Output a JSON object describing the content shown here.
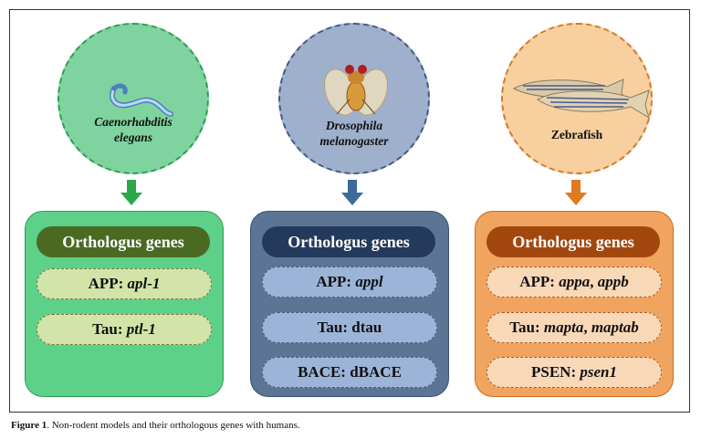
{
  "organisms": [
    {
      "name_line1": "Caenorhabditis",
      "name_line2": "elegans",
      "italic": true,
      "color": "#7fd39e"
    },
    {
      "name_line1": "Drosophila",
      "name_line2": "melanogaster",
      "italic": true,
      "color": "#9fb0cc"
    },
    {
      "name_line1": "Zebrafish",
      "name_line2": "",
      "italic": false,
      "color": "#f8cf9e"
    }
  ],
  "arrow_colors": [
    "#2aa84a",
    "#3d6a99",
    "#e07a1f"
  ],
  "boxes": [
    {
      "header": "Orthologus genes",
      "genes": [
        {
          "prefix": "APP: ",
          "gene": "apl-1"
        },
        {
          "prefix": "Tau: ",
          "gene": "ptl-1"
        }
      ]
    },
    {
      "header": "Orthologus genes",
      "genes": [
        {
          "prefix": "APP: ",
          "gene": "appl"
        },
        {
          "prefix": "Tau: ",
          "gene": "dtau",
          "roman": true
        },
        {
          "prefix": "BACE: ",
          "gene": "dBACE",
          "roman": true
        }
      ]
    },
    {
      "header": "Orthologus genes",
      "genes": [
        {
          "prefix": "APP: ",
          "gene": "appa",
          "sep": ", ",
          "gene2": "appb"
        },
        {
          "prefix": "Tau: ",
          "gene": "mapta",
          "sep": ", ",
          "gene2": "maptab"
        },
        {
          "prefix": "PSEN: ",
          "gene": "psen1"
        }
      ]
    }
  ],
  "caption": {
    "label": "Figure 1",
    "text": ". Non-rodent models and their orthologous genes with humans."
  }
}
